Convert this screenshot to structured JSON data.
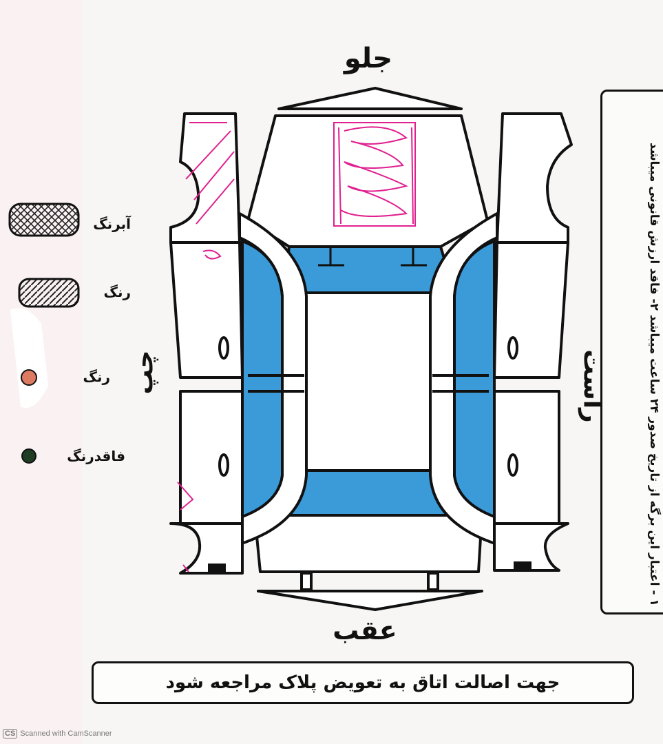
{
  "labels": {
    "front": "جلو",
    "rear": "عقب",
    "left": "چپ",
    "right": "راست"
  },
  "legend": {
    "items": [
      {
        "label": "آبرنگ",
        "pattern": "crosshatch"
      },
      {
        "label": "رنگ",
        "pattern": "diagonal-hatch"
      },
      {
        "label": "رنگ",
        "pattern": "small-circle"
      },
      {
        "label": "فاقدرنگ",
        "pattern": "solid-dot"
      }
    ]
  },
  "note": {
    "text": "۱ - اعتبار این برگه از تاریخ صدور ۲۴ ساعت میباشد ۲- فاقد ارزش قانونی میباشد"
  },
  "footer": {
    "text": "جهت اصالت اتاق به تعویض پلاک مراجعه شود"
  },
  "scanner": {
    "badge": "CS",
    "text": "Scanned with CamScanner"
  },
  "colors": {
    "glass": "#3b9ad8",
    "outline": "#111111",
    "marker": "#e0208f",
    "paint_dot": "#dd7a62",
    "no_paint_dot": "#1e3d22"
  },
  "markings": {
    "hood": "scribbled",
    "front_left_fender": "diagonal-hatch",
    "rear_left_fender": "hatch-marks",
    "left_front_door": "small-scribble"
  }
}
